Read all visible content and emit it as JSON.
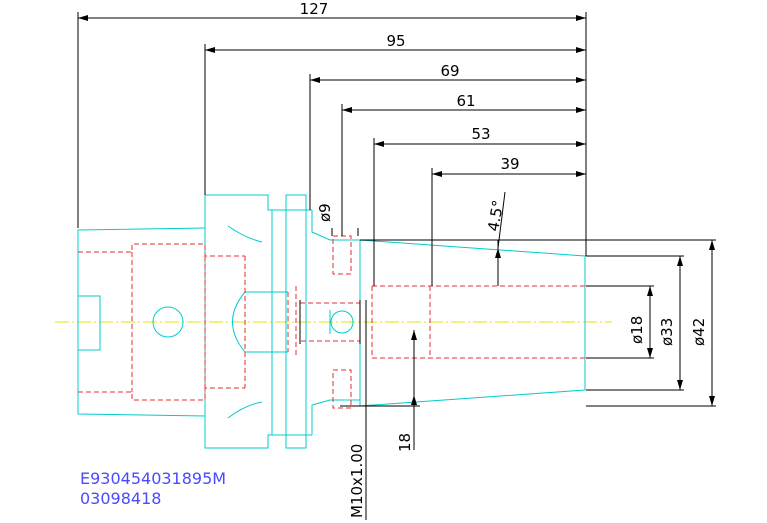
{
  "dimensions": {
    "length_127": "127",
    "length_95": "95",
    "length_69": "69",
    "length_61": "61",
    "length_53": "53",
    "length_39": "39",
    "angle": "4.5°",
    "dia_9": "ø9",
    "dia_18": "ø18",
    "dia_33": "ø33",
    "dia_42": "ø42",
    "thread": "M10x1.00",
    "length_18": "18"
  },
  "codes": {
    "line1": "E930454031895M",
    "line2": "03098418"
  },
  "colors": {
    "outline": "#00cccc",
    "hidden": "#e03030",
    "dimension": "#000000",
    "centerline": "#e6e600",
    "code_text": "#4a4aff"
  }
}
